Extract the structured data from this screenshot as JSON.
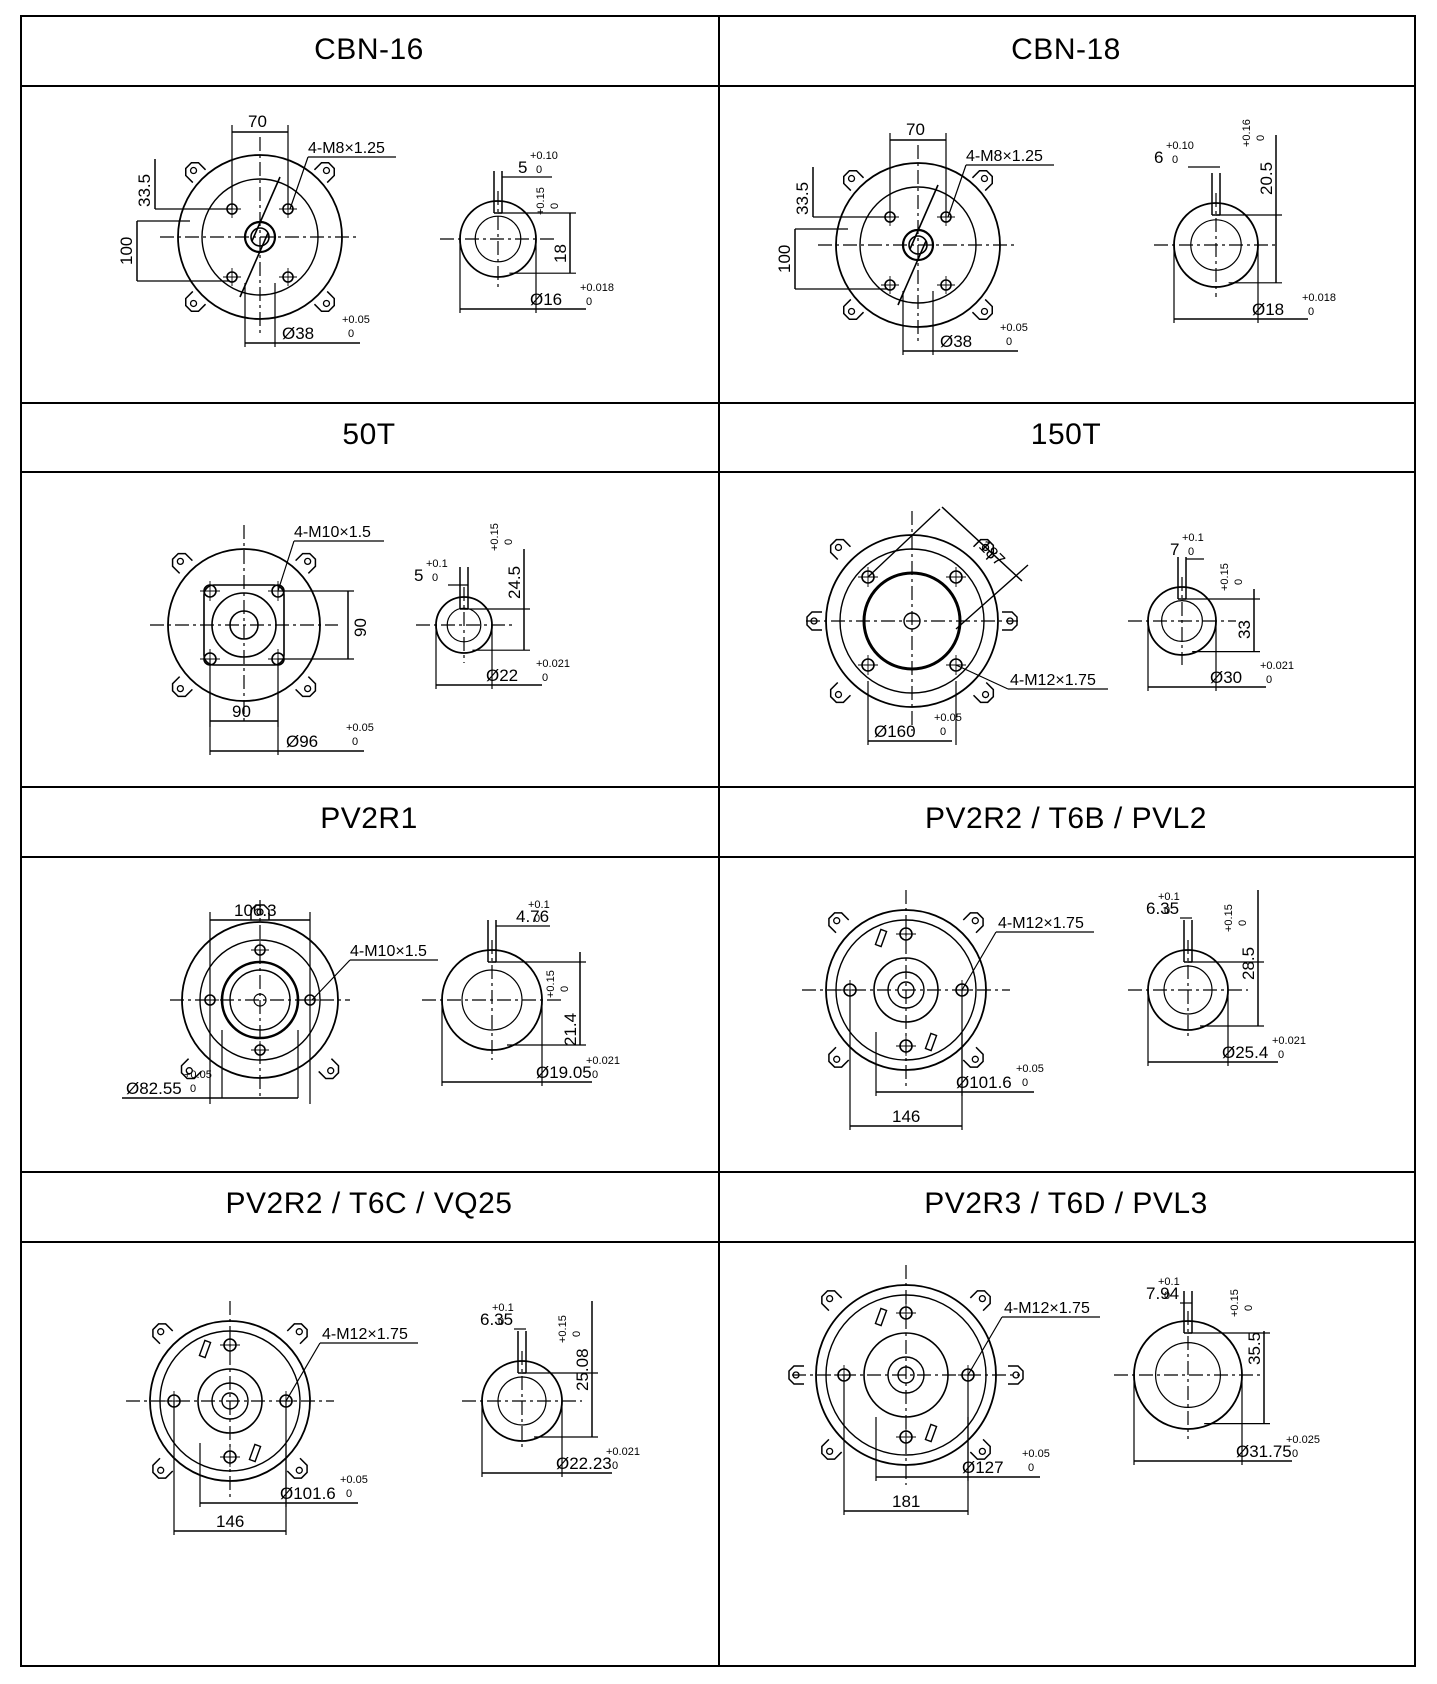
{
  "colors": {
    "line": "#000000",
    "background": "#ffffff"
  },
  "sections": [
    {
      "title": "CBN-16",
      "dims": {
        "bolt": "4-M8×1.25",
        "width": "70",
        "offset": "33.5",
        "height": "100",
        "pilot": "Ø38",
        "pilot_tol": "+0.05",
        "pilot_tol_low": "0",
        "key": "5",
        "key_tol": "+0.10",
        "key_tol_low": "0",
        "shaft_h": "18",
        "shaft_h_tol": "+0.15",
        "shaft_h_tol_low": "0",
        "shaft": "Ø16",
        "shaft_tol": "+0.018",
        "shaft_tol_low": "0"
      }
    },
    {
      "title": "CBN-18",
      "dims": {
        "bolt": "4-M8×1.25",
        "width": "70",
        "offset": "33.5",
        "height": "100",
        "pilot": "Ø38",
        "pilot_tol": "+0.05",
        "pilot_tol_low": "0",
        "key": "6",
        "key_tol": "+0.10",
        "key_tol_low": "0",
        "shaft_h": "20.5",
        "shaft_h_tol": "+0.16",
        "shaft_h_tol_low": "0",
        "shaft": "Ø18",
        "shaft_tol": "+0.018",
        "shaft_tol_low": "0"
      }
    },
    {
      "title": "50T",
      "dims": {
        "bolt": "4-M10×1.5",
        "height": "90",
        "width": "90",
        "pilot": "Ø96",
        "pilot_tol": "+0.05",
        "pilot_tol_low": "0",
        "key": "5",
        "key_tol": "+0.1",
        "key_tol_low": "0",
        "shaft_h": "24.5",
        "shaft_h_tol": "+0.15",
        "shaft_h_tol_low": "0",
        "shaft": "Ø22",
        "shaft_tol": "+0.021",
        "shaft_tol_low": "0"
      }
    },
    {
      "title": "150T",
      "dims": {
        "bolt": "4-M12×1.75",
        "diag": "187",
        "pilot": "Ø160",
        "pilot_tol": "+0.05",
        "pilot_tol_low": "0",
        "key": "7",
        "key_tol": "+0.1",
        "key_tol_low": "0",
        "shaft_h": "33",
        "shaft_h_tol": "+0.15",
        "shaft_h_tol_low": "0",
        "shaft": "Ø30",
        "shaft_tol": "+0.021",
        "shaft_tol_low": "0"
      }
    },
    {
      "title": "PV2R1",
      "dims": {
        "bolt": "4-M10×1.5",
        "width": "106.3",
        "pilot": "Ø82.55",
        "pilot_tol": "+0.05",
        "pilot_tol_low": "0",
        "key": "4.76",
        "key_tol": "+0.1",
        "key_tol_low": "0",
        "shaft_h": "21.4",
        "shaft_h_tol": "+0.15",
        "shaft_h_tol_low": "0",
        "shaft": "Ø19.05",
        "shaft_tol": "+0.021",
        "shaft_tol_low": "0"
      }
    },
    {
      "title": "PV2R2 / T6B / PVL2",
      "dims": {
        "bolt": "4-M12×1.75",
        "width": "146",
        "pilot": "Ø101.6",
        "pilot_tol": "+0.05",
        "pilot_tol_low": "0",
        "key": "6.35",
        "key_tol": "+0.1",
        "key_tol_low": "0",
        "shaft_h": "28.5",
        "shaft_h_tol": "+0.15",
        "shaft_h_tol_low": "0",
        "shaft": "Ø25.4",
        "shaft_tol": "+0.021",
        "shaft_tol_low": "0"
      }
    },
    {
      "title": "PV2R2 / T6C / VQ25",
      "dims": {
        "bolt": "4-M12×1.75",
        "width": "146",
        "pilot": "Ø101.6",
        "pilot_tol": "+0.05",
        "pilot_tol_low": "0",
        "key": "6.35",
        "key_tol": "+0.1",
        "key_tol_low": "0",
        "shaft_h": "25.08",
        "shaft_h_tol": "+0.15",
        "shaft_h_tol_low": "0",
        "shaft": "Ø22.23",
        "shaft_tol": "+0.021",
        "shaft_tol_low": "0"
      }
    },
    {
      "title": "PV2R3 / T6D / PVL3",
      "dims": {
        "bolt": "4-M12×1.75",
        "width": "181",
        "pilot": "Ø127",
        "pilot_tol": "+0.05",
        "pilot_tol_low": "0",
        "key": "7.94",
        "key_tol": "+0.1",
        "key_tol_low": "0",
        "shaft_h": "35.5",
        "shaft_h_tol": "+0.15",
        "shaft_h_tol_low": "0",
        "shaft": "Ø31.75",
        "shaft_tol": "+0.025",
        "shaft_tol_low": "0"
      }
    }
  ]
}
